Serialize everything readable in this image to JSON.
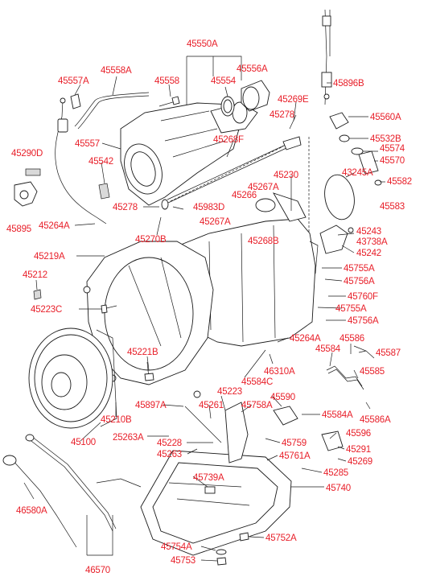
{
  "diagram": {
    "labels": [
      {
        "id": "45550A",
        "text": "45550A"
      },
      {
        "id": "45556A",
        "text": "45556A"
      },
      {
        "id": "45557A",
        "text": "45557A"
      },
      {
        "id": "45558A",
        "text": "45558A"
      },
      {
        "id": "45558",
        "text": "45558"
      },
      {
        "id": "45554",
        "text": "45554"
      },
      {
        "id": "45896B",
        "text": "45896B"
      },
      {
        "id": "45269E",
        "text": "45269E"
      },
      {
        "id": "45278a",
        "text": "45278"
      },
      {
        "id": "45560A",
        "text": "45560A"
      },
      {
        "id": "45532B",
        "text": "45532B"
      },
      {
        "id": "45574",
        "text": "45574"
      },
      {
        "id": "45570",
        "text": "45570"
      },
      {
        "id": "45557",
        "text": "45557"
      },
      {
        "id": "45268F",
        "text": "45268F"
      },
      {
        "id": "45290D",
        "text": "45290D"
      },
      {
        "id": "45542",
        "text": "45542"
      },
      {
        "id": "45230",
        "text": "45230"
      },
      {
        "id": "43245A",
        "text": "43245A"
      },
      {
        "id": "45582",
        "text": "45582"
      },
      {
        "id": "45267Aa",
        "text": "45267A"
      },
      {
        "id": "45266",
        "text": "45266"
      },
      {
        "id": "45278b",
        "text": "45278"
      },
      {
        "id": "45983D",
        "text": "45983D"
      },
      {
        "id": "45583",
        "text": "45583"
      },
      {
        "id": "45895",
        "text": "45895"
      },
      {
        "id": "45264Aa",
        "text": "45264A"
      },
      {
        "id": "45267Ab",
        "text": "45267A"
      },
      {
        "id": "45243",
        "text": "45243"
      },
      {
        "id": "43738A",
        "text": "43738A"
      },
      {
        "id": "45270B",
        "text": "45270B"
      },
      {
        "id": "45268B",
        "text": "45268B"
      },
      {
        "id": "45242",
        "text": "45242"
      },
      {
        "id": "45219A",
        "text": "45219A"
      },
      {
        "id": "45755Aa",
        "text": "45755A"
      },
      {
        "id": "45212",
        "text": "45212"
      },
      {
        "id": "45756Aa",
        "text": "45756A"
      },
      {
        "id": "45760F",
        "text": "45760F"
      },
      {
        "id": "45223C",
        "text": "45223C"
      },
      {
        "id": "45755Ab",
        "text": "45755A"
      },
      {
        "id": "45756Ab",
        "text": "45756A"
      },
      {
        "id": "45264Ab",
        "text": "45264A"
      },
      {
        "id": "45586",
        "text": "45586"
      },
      {
        "id": "45584",
        "text": "45584"
      },
      {
        "id": "45587",
        "text": "45587"
      },
      {
        "id": "45221B",
        "text": "45221B"
      },
      {
        "id": "46310A",
        "text": "46310A"
      },
      {
        "id": "45585",
        "text": "45585"
      },
      {
        "id": "45584C",
        "text": "45584C"
      },
      {
        "id": "45223",
        "text": "45223"
      },
      {
        "id": "45590",
        "text": "45590"
      },
      {
        "id": "45897A",
        "text": "45897A"
      },
      {
        "id": "45261",
        "text": "45261"
      },
      {
        "id": "45758A",
        "text": "45758A"
      },
      {
        "id": "45584A",
        "text": "45584A"
      },
      {
        "id": "45586A",
        "text": "45586A"
      },
      {
        "id": "45210B",
        "text": "45210B"
      },
      {
        "id": "25263A",
        "text": "25263A"
      },
      {
        "id": "45596",
        "text": "45596"
      },
      {
        "id": "45100",
        "text": "45100"
      },
      {
        "id": "45228",
        "text": "45228"
      },
      {
        "id": "45759",
        "text": "45759"
      },
      {
        "id": "45291",
        "text": "45291"
      },
      {
        "id": "45263",
        "text": "45263"
      },
      {
        "id": "45761A",
        "text": "45761A"
      },
      {
        "id": "45269",
        "text": "45269"
      },
      {
        "id": "45285",
        "text": "45285"
      },
      {
        "id": "45739A",
        "text": "45739A"
      },
      {
        "id": "45740",
        "text": "45740"
      },
      {
        "id": "46580A",
        "text": "46580A"
      },
      {
        "id": "45752A",
        "text": "45752A"
      },
      {
        "id": "45754A",
        "text": "45754A"
      },
      {
        "id": "45753",
        "text": "45753"
      },
      {
        "id": "46570",
        "text": "46570"
      }
    ]
  }
}
